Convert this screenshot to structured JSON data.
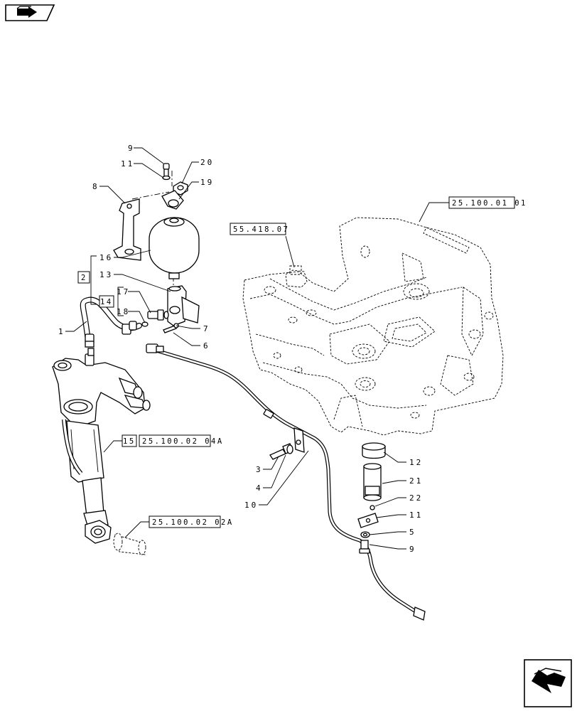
{
  "nav": {
    "back_icon": "back-arrow-icon",
    "next_icon": "next-page-icon"
  },
  "references": {
    "frame": "25.100.01 01",
    "sensor": "55.418.07",
    "cylinder": "25.100.02 04A",
    "pin": "25.100.02 02A"
  },
  "group_boxes": {
    "box_2": "2",
    "box_14": "14",
    "box_15": "15"
  },
  "callouts": {
    "c1": "1",
    "c3": "3",
    "c4": "4",
    "c5": "5",
    "c6": "6",
    "c7": "7",
    "c8": "8",
    "c9_top": "9",
    "c9_bottom": "9",
    "c10": "10",
    "c11_top": "11",
    "c11_bottom": "11",
    "c12": "12",
    "c13": "13",
    "c16": "16",
    "c17": "17",
    "c18": "18",
    "c19": "19",
    "c20": "20",
    "c21": "21",
    "c22": "22"
  }
}
